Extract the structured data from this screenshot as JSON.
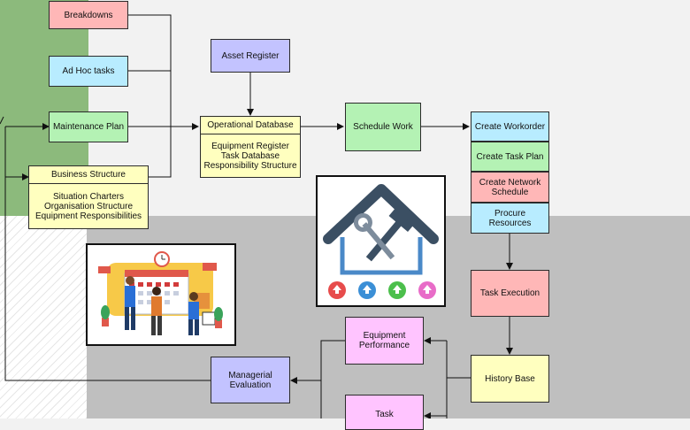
{
  "nodes": {
    "breakdowns": "Breakdowns",
    "adhoc": "Ad Hoc tasks",
    "maint_plan": "Maintenance Plan",
    "business": {
      "title": "Business Structure",
      "lines": [
        "Situation Charters",
        "Organisation Structure",
        "Equipment Responsibilities"
      ]
    },
    "asset_register": "Asset Register",
    "op_db": {
      "title": "Operational Database",
      "lines": [
        "Equipment Register",
        "Task Database",
        "Responsibility Structure"
      ]
    },
    "schedule_work": "Schedule Work",
    "create_workorder": "Create Workorder",
    "create_task_plan": "Create Task Plan",
    "create_network": [
      "Create Network",
      "Schedule"
    ],
    "procure": [
      "Procure",
      "Resources"
    ],
    "task_execution": "Task Execution",
    "history_base": "History Base",
    "equipment_performance": [
      "Equipment",
      "Performance"
    ],
    "task_box": "Task",
    "managerial_evaluation": [
      "Managerial",
      "Evaluation"
    ]
  },
  "colors": {
    "pink": "#ffb7b7",
    "cyan": "#b8ecff",
    "light_green": "#b4f2b4",
    "yellow": "#ffffbf",
    "lavender": "#c3c3ff",
    "magenta": "#ffc4ff",
    "side_green": "#8cba7c",
    "grey": "#bfbfbf"
  },
  "images": [
    "team-calendar-illustration",
    "maintenance-house-tools-icon"
  ]
}
